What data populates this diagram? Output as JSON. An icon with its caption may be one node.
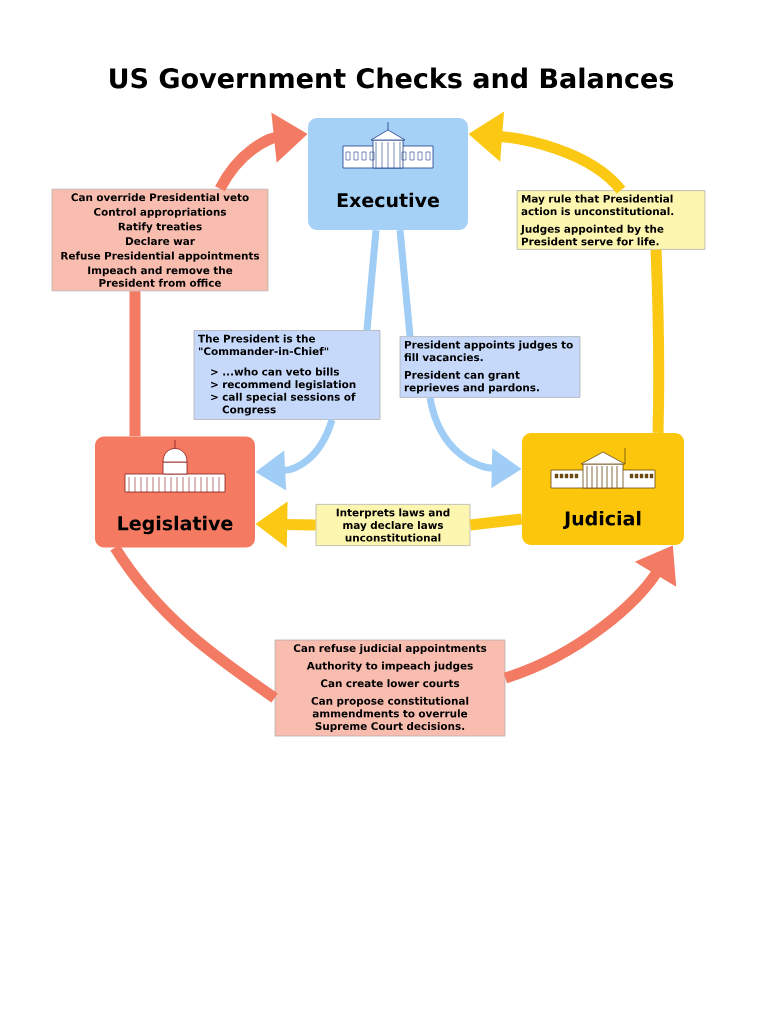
{
  "diagram": {
    "title": "US Government Checks and Balances",
    "nodes": [
      {
        "text": [
          "Executive"
        ]
      },
      {
        "text": [
          "Can override Presidential veto",
          "Control appropriations",
          "Ratify treaties",
          "Declare war",
          "Refuse Presidential appointments",
          "Impeach and remove the President from office"
        ]
      },
      {
        "text": [
          "May rule that Presidential action is unconstitutional.",
          "Judges appointed by the President serve for life."
        ]
      },
      {
        "text": [
          "The President is the \"Commander-in-Chief\"",
          "> ...who can veto bills",
          "> recommend legislation",
          "> call special sessions of Congress"
        ]
      },
      {
        "text": [
          "President appoints judges to fill vacancies.",
          "President can grant reprieves and pardons."
        ]
      },
      {
        "text": [
          "Legislative"
        ]
      },
      {
        "text": [
          "Interprets laws and may declare laws unconstitutional"
        ]
      },
      {
        "text": [
          "Judicial"
        ]
      },
      {
        "text": [
          "Can refuse judicial appointments",
          "Authority to impeach judges",
          "Can create lower courts",
          "Can propose constitutional ammendments to overrule Supreme Court decisions."
        ]
      }
    ],
    "edges": [
      {
        "from": 5,
        "to": 1,
        "arrow": "none",
        "color": "#f47b63"
      },
      {
        "from": 1,
        "to": 0,
        "arrow": "to",
        "color": "#f47b63"
      },
      {
        "from": 7,
        "to": 2,
        "arrow": "none",
        "color": "#fbc914"
      },
      {
        "from": 2,
        "to": 0,
        "arrow": "to",
        "color": "#fbc914"
      },
      {
        "from": 0,
        "to": 3,
        "arrow": "none",
        "color": "#9fcdf5"
      },
      {
        "from": 3,
        "to": 5,
        "arrow": "to",
        "color": "#9fcdf5"
      },
      {
        "from": 0,
        "to": 4,
        "arrow": "none",
        "color": "#9fcdf5"
      },
      {
        "from": 4,
        "to": 7,
        "arrow": "to",
        "color": "#9fcdf5"
      },
      {
        "from": 7,
        "to": 6,
        "arrow": "none",
        "color": "#fbc914"
      },
      {
        "from": 6,
        "to": 5,
        "arrow": "to",
        "color": "#fbc914"
      },
      {
        "from": 5,
        "to": 8,
        "arrow": "none",
        "color": "#f47b63"
      },
      {
        "from": 8,
        "to": 7,
        "arrow": "to",
        "color": "#f47b63"
      }
    ]
  }
}
